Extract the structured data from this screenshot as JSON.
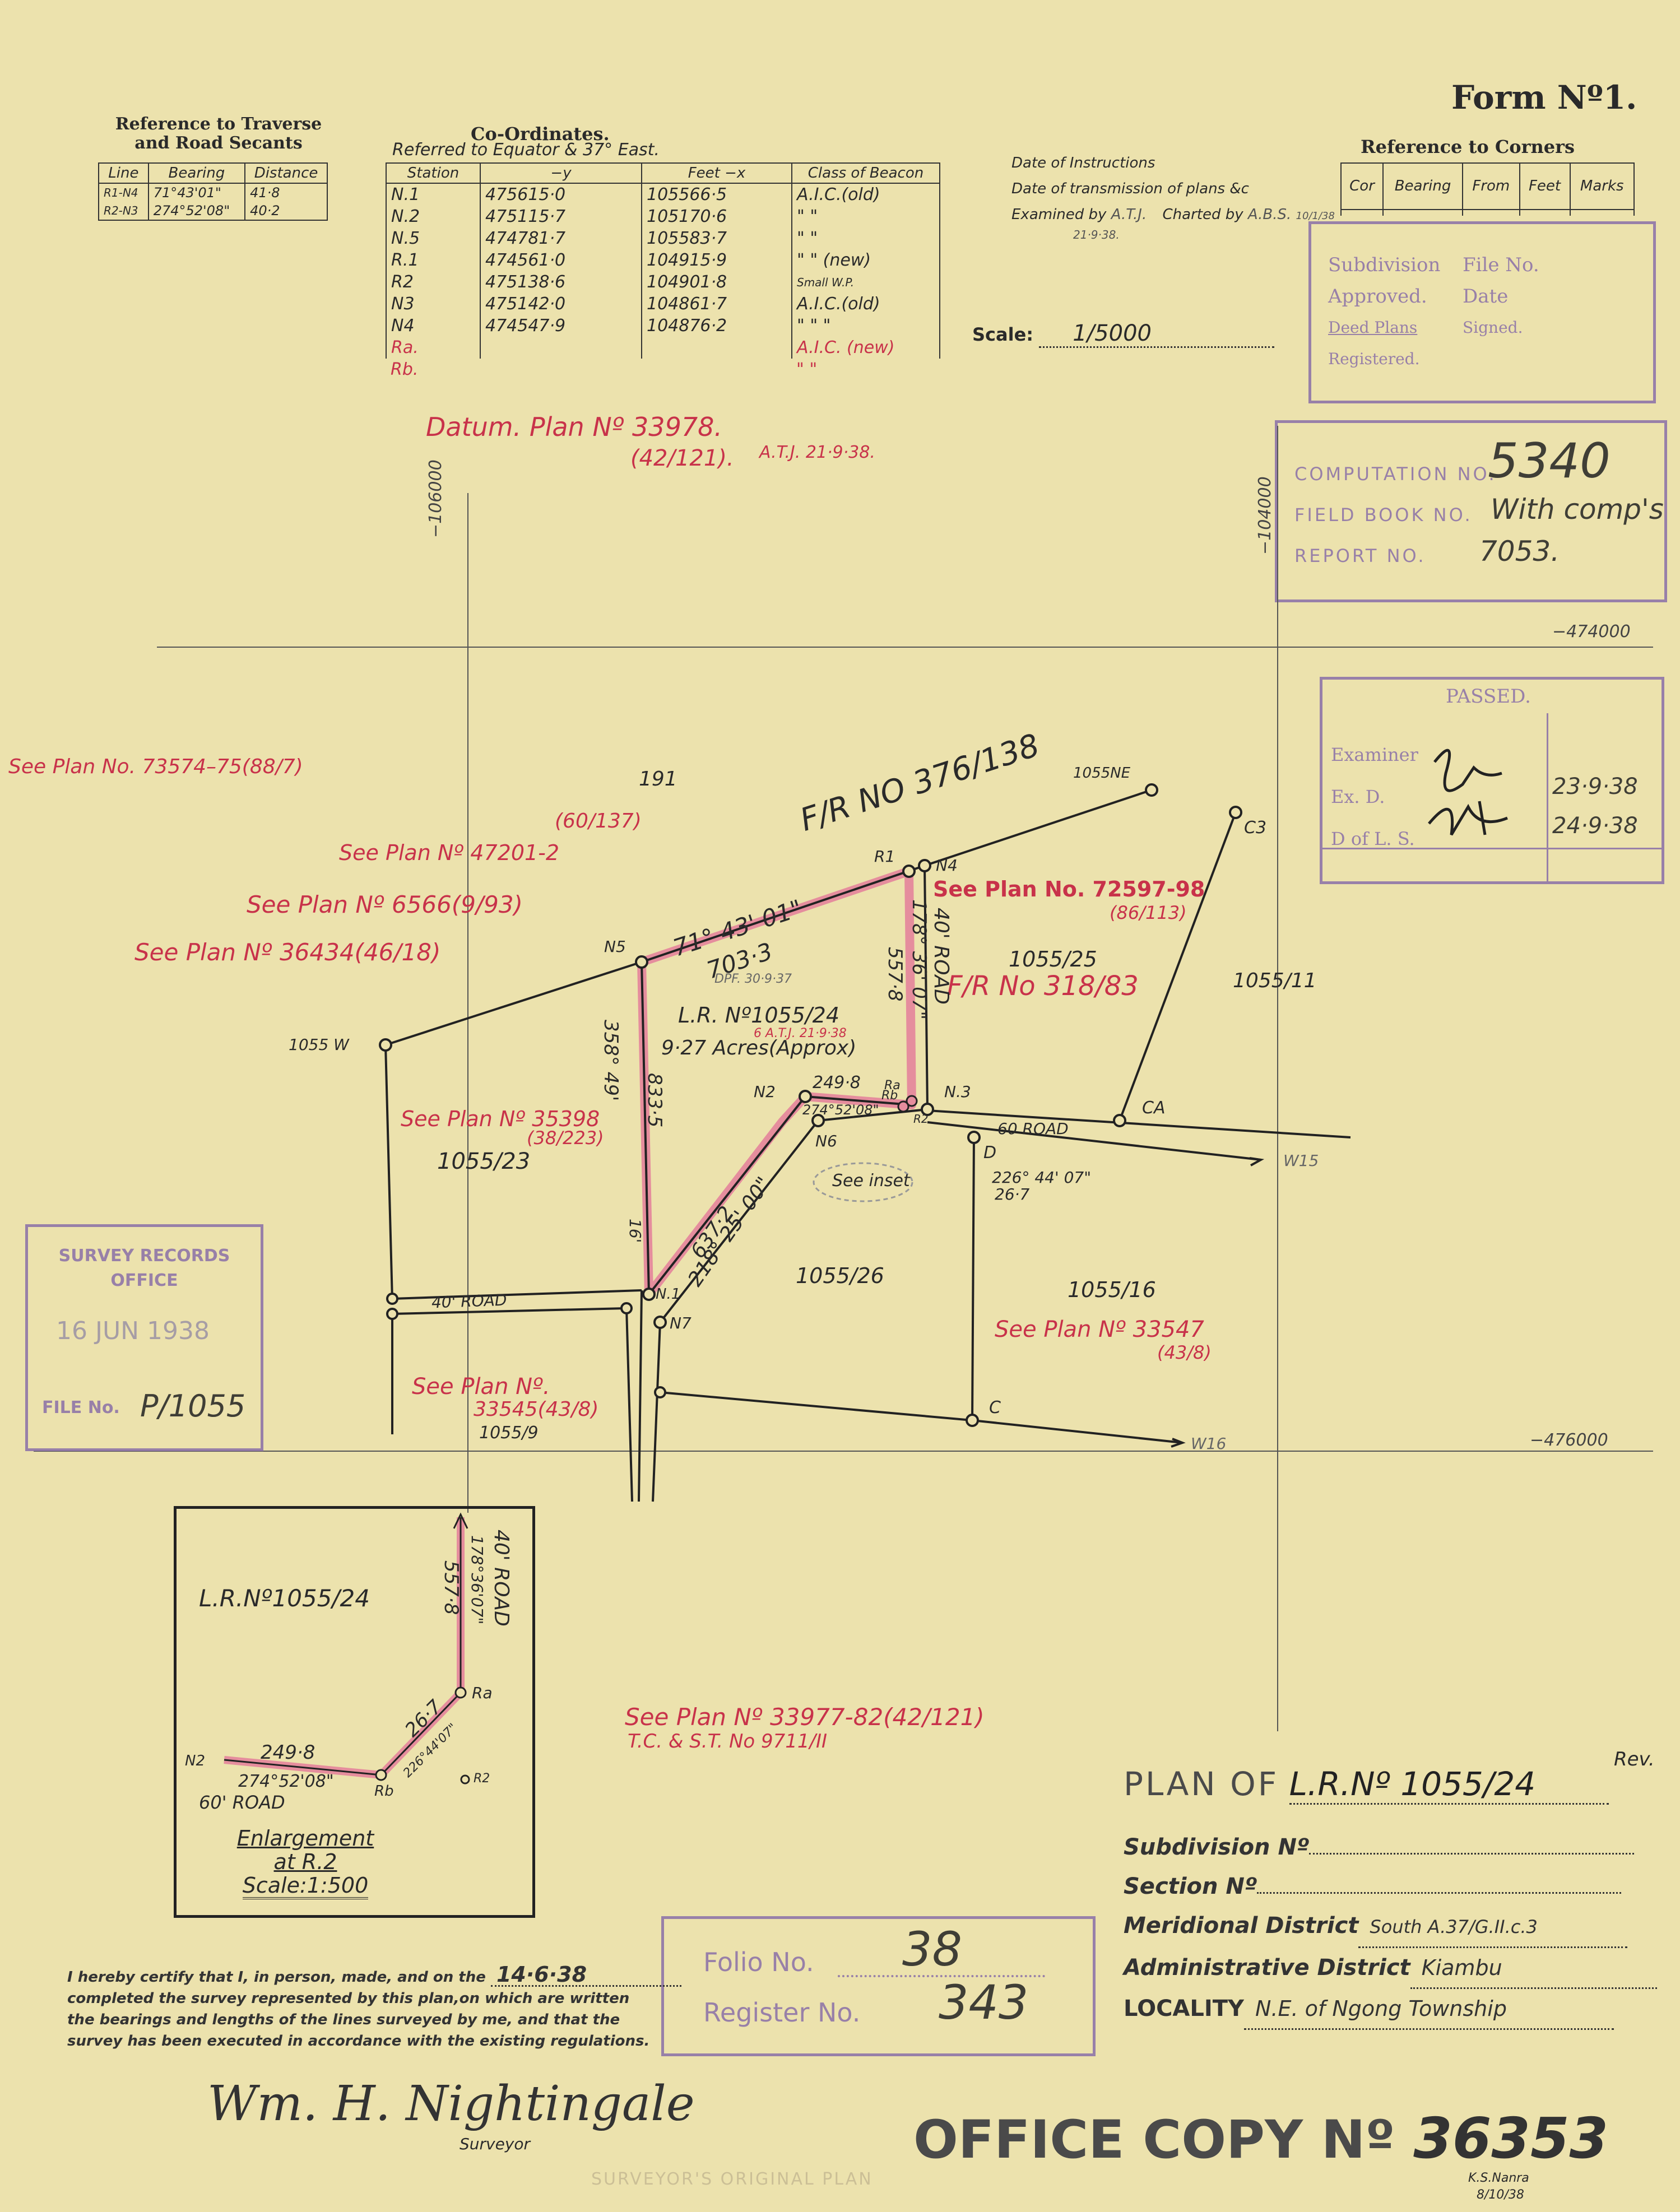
{
  "form_title": "Form Nº1.",
  "traverse": {
    "title_line1": "Reference to Traverse",
    "title_line2": "and Road Secants",
    "headers": [
      "Line",
      "Bearing",
      "Distance"
    ],
    "rows": [
      [
        "R1-N4",
        "71°43'01\"",
        "41·8"
      ],
      [
        "R2-N3",
        "274°52'08\"",
        "40·2"
      ]
    ]
  },
  "coordinates": {
    "title": "Co-Ordinates.",
    "subtitle": "Referred to Equator & 37° East.",
    "headers": [
      "Station",
      "−y",
      "Feet  −x",
      "Class of Beacon"
    ],
    "rows": [
      [
        "N.1",
        "475615·0",
        "105566·5",
        "A.I.C.(old)"
      ],
      [
        "N.2",
        "475115·7",
        "105170·6",
        "\"     \""
      ],
      [
        "N.5",
        "474781·7",
        "105583·7",
        "\"     \""
      ],
      [
        "R.1",
        "474561·0",
        "104915·9",
        "\"  \" (new)"
      ],
      [
        "R2",
        "475138·6",
        "104901·8",
        "Small W.P."
      ],
      [
        "N3",
        "475142·0",
        "104861·7",
        "A.I.C.(old)"
      ],
      [
        "N4",
        "474547·9",
        "104876·2",
        "\"  \"  \""
      ],
      [
        "Ra.",
        "",
        "",
        "A.I.C. (new)"
      ],
      [
        "Rb.",
        "",
        "",
        "\"     \""
      ]
    ]
  },
  "instructions": {
    "date_of_instructions": "Date of Instructions",
    "date_of_transmission": "Date of transmission of plans &c",
    "examined_by": "Examined by",
    "examined_value": "A.T.J.",
    "examined_date": "21·9·38.",
    "charted_by": "Charted by",
    "charted_value": "A.B.S.",
    "charted_date": "10/1/38"
  },
  "corners": {
    "title": "Reference to Corners",
    "headers": [
      "Cor",
      "Bearing",
      "From",
      "Feet",
      "Marks"
    ]
  },
  "scale": {
    "label": "Scale:",
    "value": "1/5000"
  },
  "subdivision_stamp": {
    "r1a": "Subdivision",
    "r1b": "File No.",
    "r2a": "Approved.",
    "r2b": "Date",
    "r3a": "Deed Plans",
    "r3b": "Signed.",
    "r3c": "Registered."
  },
  "computation_stamp": {
    "row1_label": "COMPUTATION NO.",
    "row1_value": "5340",
    "row2_label": "FIELD BOOK NO.",
    "row2_value": "With comp's",
    "row3_label": "REPORT NO.",
    "row3_value": "7053."
  },
  "passed_stamp": {
    "title": "PASSED.",
    "r1": "Examiner",
    "r2": "Ex. D.",
    "r2_date": "23·9·38",
    "r3": "D of L. S.",
    "r3_date": "24·9·38"
  },
  "datum": {
    "text": "Datum. Plan Nº 33978.",
    "sub": "(42/121).",
    "initials": "A.T.J. 21·9·38."
  },
  "grid": {
    "y1": "−106000",
    "y2": "−104000",
    "x1": "−474000",
    "x2": "−476000"
  },
  "map_labels": {
    "see_plan_73574": "See Plan No. 73574–75(88/7)",
    "p191": "191",
    "fr376": "F/R NO 376/138",
    "ne": "1055NE",
    "see_60_137": "(60/137)",
    "see_47201": "See Plan Nº 47201-2",
    "see_6566": "See Plan Nº 6566(9/93)",
    "see_36434": "See Plan Nº 36434(46/18)",
    "see_72597": "See Plan No. 72597-98",
    "see_72597_sub": "(86/113)",
    "c3": "C3",
    "p1055_25": "1055/25",
    "fr318": "F/R No 318/83",
    "p1055_11": "1055/11",
    "n5": "N5",
    "r1": "R1",
    "n4": "N4",
    "brg_71": "71°  43'  01\"",
    "dist_703": "703·3",
    "brg_178": "178° 36' 07\"",
    "dist_557": "557·8",
    "road40": "40' ROAD",
    "dpf": "DPF. 30·9·37",
    "lr": "L.R. Nº1055/24",
    "acres": "9·27 Acres(Approx)",
    "acres_note": "6 A.T.J. 21·9·38",
    "w": "1055 W",
    "brg_358": "358° 49'",
    "dist_833": "833·5",
    "n2": "N2",
    "d249": "249·8",
    "brg_274": "274°52'08\"",
    "ra": "Ra",
    "rb": "Rb",
    "r2": "R2",
    "n3": "N.3",
    "n6": "N6",
    "ca": "CA",
    "road60": "60 ROAD",
    "w15": "W15",
    "d": "D",
    "see_inset": "See inset",
    "brg_226": "226° 44' 07\"",
    "dist_267": "26·7",
    "see_35398": "See Plan Nº 35398",
    "see_35398_sub": "(38/223)",
    "p1055_23": "1055/23",
    "dist_637": "637·2",
    "brg_218": "218° 25' 00\"",
    "dist_16": "16'",
    "p1055_26": "1055/26",
    "p1055_16": "1055/16",
    "see_33547": "See Plan Nº 33547",
    "see_33547_sub": "(43/8)",
    "road40b": "40'  ROAD",
    "n1": "N.1",
    "n7": "N7",
    "see_33545": "See Plan Nº.",
    "see_33545b": "33545(43/8)",
    "p1055_9": "1055/9",
    "c": "C",
    "w16": "W16",
    "see_33977": "See Plan Nº 33977-82(42/121)",
    "tc": "T.C. & S.T. No 9711/II"
  },
  "survey_stamp": {
    "l1": "SURVEY RECORDS",
    "l2": "OFFICE",
    "date": "16 JUN 1938",
    "file_label": "FILE No.",
    "file_value": "P/1055"
  },
  "inset": {
    "lr": "L.R.Nº1055/24",
    "road": "40' ROAD",
    "brg": "178°36'07\"",
    "dist": "557·8",
    "ra": "Ra",
    "d267": "26·7",
    "brg226": "226°44'07\"",
    "d249": "249·8",
    "n2": "N2",
    "brg274": "274°52'08\"",
    "rb": "Rb",
    "r2": "R2",
    "road60": "60' ROAD",
    "title1": "Enlargement",
    "title2": "at R.2",
    "scale": "Scale:1:500"
  },
  "plan_info": {
    "rev": "Rev.",
    "plan_of": "PLAN OF",
    "plan_value": "L.R.Nº 1055/24",
    "subdivision": "Subdivision Nº",
    "section": "Section Nº",
    "meridional": "Meridional District",
    "meridional_value": "South A.37/G.II.c.3",
    "administrative": "Administrative District",
    "administrative_value": "Kiambu",
    "locality": "LOCALITY",
    "locality_value": "N.E. of Ngong Township"
  },
  "folio": {
    "folio_label": "Folio No.",
    "folio_value": "38",
    "register_label": "Register No.",
    "register_value": "343"
  },
  "certificate": {
    "line1": "I hereby certify that I, in person, made, and on the",
    "date": "14·6·38",
    "line2": "completed the survey represented by this plan,on which are written",
    "line3": "the bearings and lengths of the lines surveyed by me, and that the",
    "line4": "survey has been executed in accordance with the existing regulations.",
    "signature": "Wm. H. Nightingale",
    "surveyor": "Surveyor"
  },
  "office_copy": {
    "label": "OFFICE COPY Nº",
    "value": "36353",
    "faded": "SURVEYOR'S ORIGINAL PLAN",
    "initials": "K.S.Nanra",
    "initials_date": "8/10/38"
  }
}
